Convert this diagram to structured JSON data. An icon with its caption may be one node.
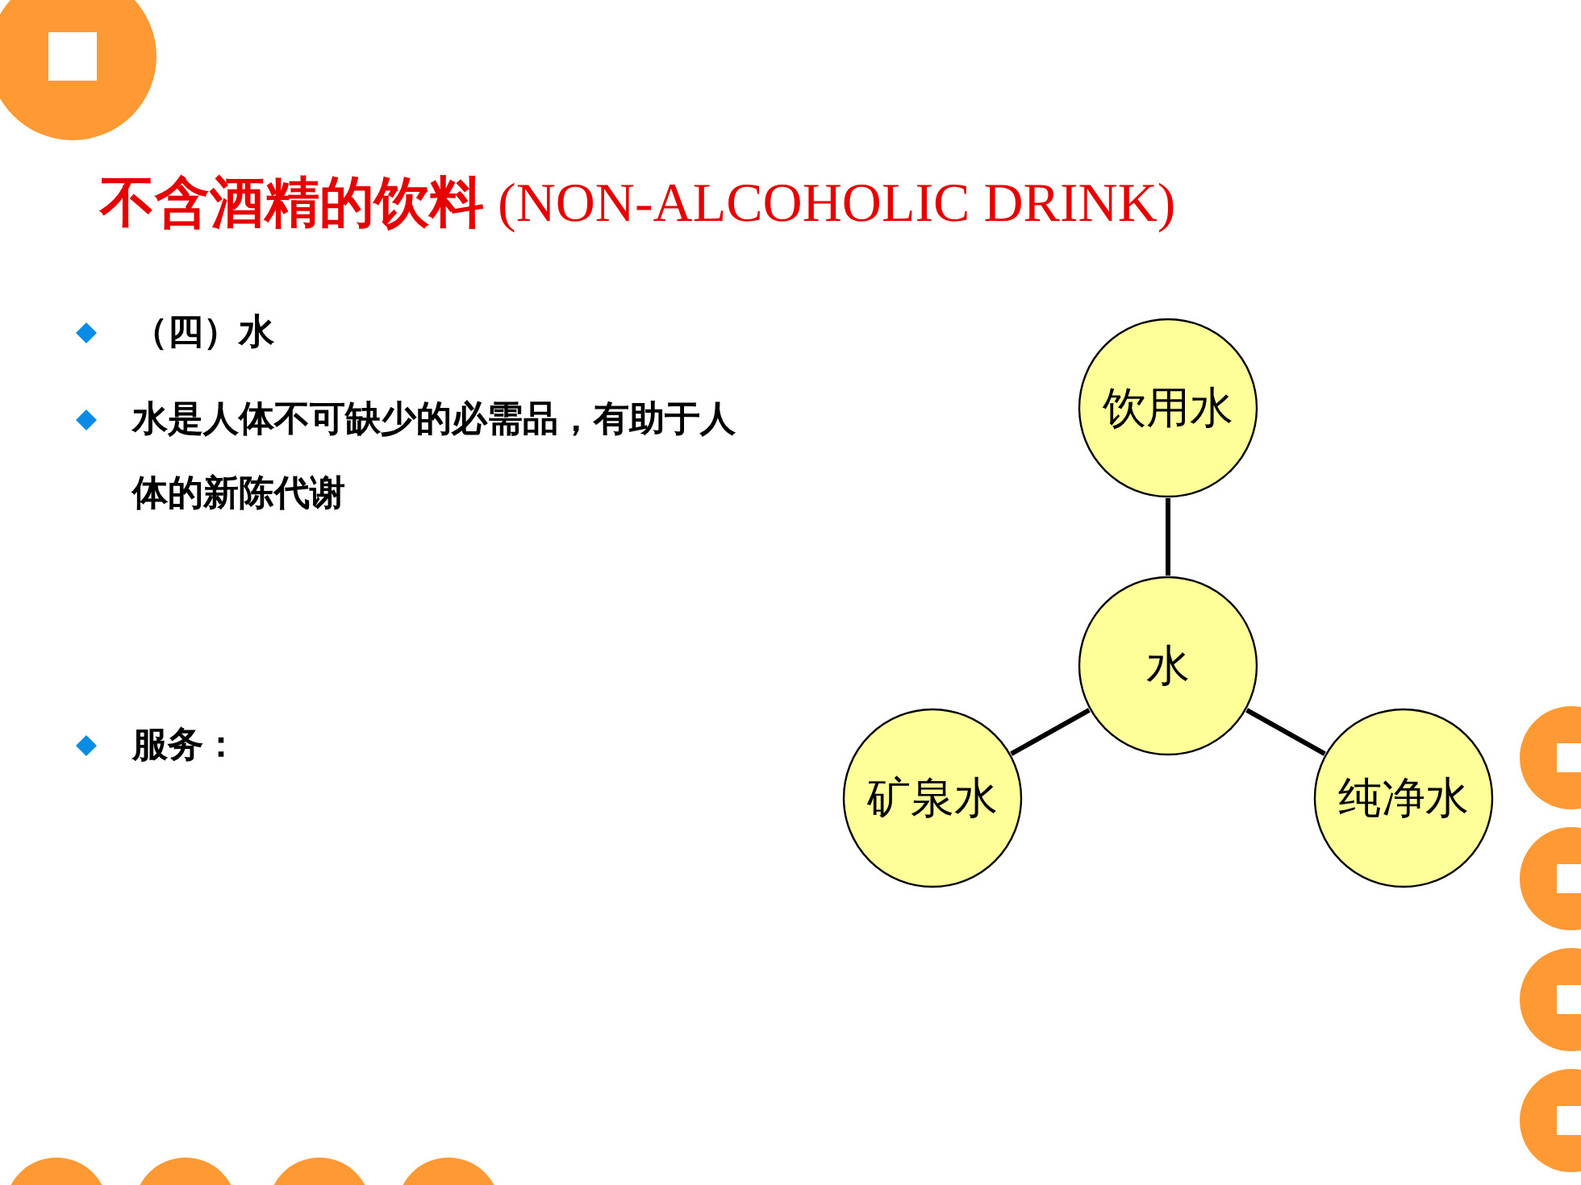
{
  "diagram": {
    "title": "**不含酒精的饮料** (NON-ALCOHOLIC DRINK)",
    "nodes": [
      {
        "text": [
          "饮用水"
        ]
      },
      {
        "text": [
          "水"
        ]
      },
      {
        "text": [
          "矿泉水"
        ]
      },
      {
        "text": [
          "纯净水"
        ]
      }
    ],
    "edges": [
      {
        "from": 1,
        "to": 0,
        "arrow": "none"
      },
      {
        "from": 1,
        "to": 2,
        "arrow": "none"
      },
      {
        "from": 1,
        "to": 3,
        "arrow": "none"
      }
    ],
    "labels": [
      "（四）水",
      "**水**是人体不可缺少的必需品，有助于人体的新陈代谢",
      "服务："
    ]
  }
}
